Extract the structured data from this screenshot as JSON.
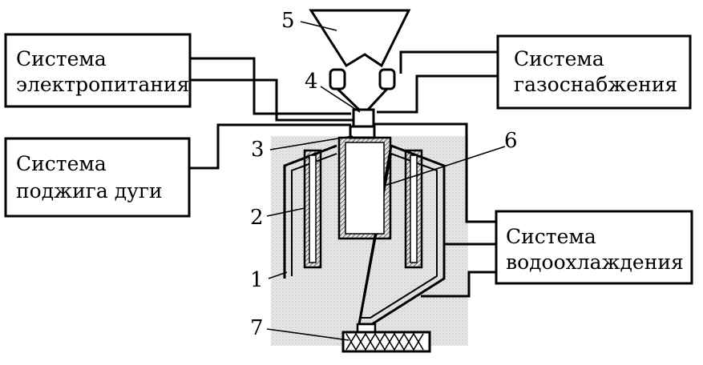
{
  "boxes": {
    "power": {
      "line1": "Система",
      "line2": "электропитания"
    },
    "gas": {
      "line1": "Система",
      "line2": "газоснабжения"
    },
    "ignition": {
      "line1": "Система",
      "line2": "поджига дуги"
    },
    "cooling": {
      "line1": "Система",
      "line2": "водоохлаждения"
    }
  },
  "labels": [
    "1",
    "2",
    "3",
    "4",
    "5",
    "6",
    "7"
  ],
  "colors": {
    "ink": "#000000",
    "stipple": "#dcdcdc",
    "paper": "#ffffff"
  }
}
